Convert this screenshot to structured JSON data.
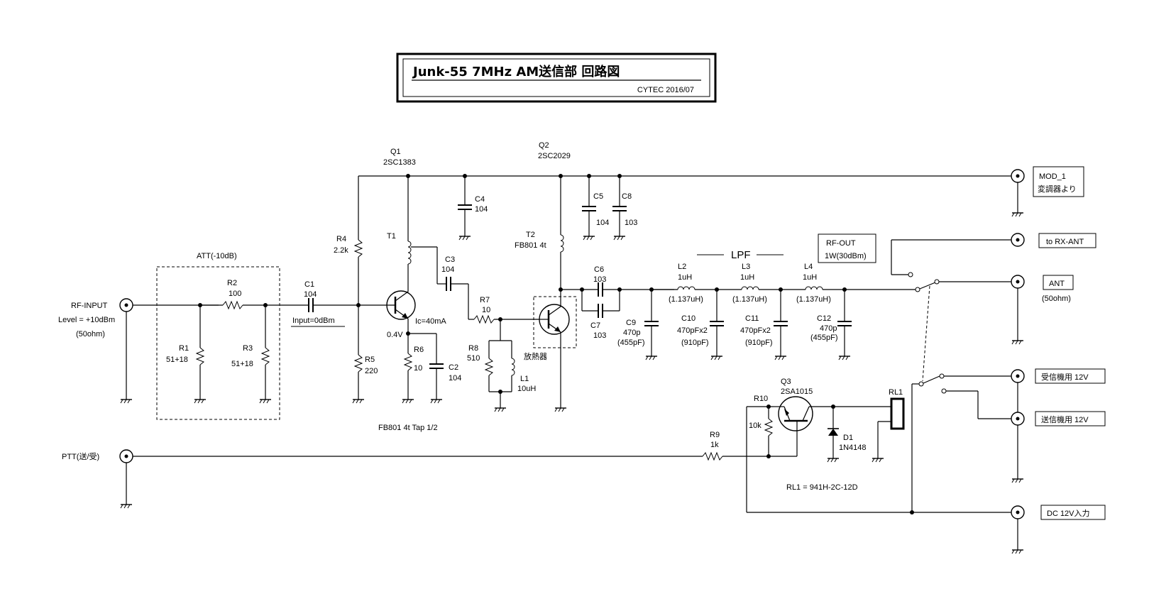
{
  "title": {
    "main": "Junk-55 7MHz AM送信部 回路図",
    "sub": "CYTEC 2016/07"
  },
  "components": {
    "Q1": {
      "ref": "Q1",
      "value": "2SC1383"
    },
    "Q2": {
      "ref": "Q2",
      "value": "2SC2029"
    },
    "Q3": {
      "ref": "Q3",
      "value": "2SA1015"
    },
    "R1": {
      "ref": "R1",
      "value": "51+18"
    },
    "R2": {
      "ref": "R2",
      "value": "100"
    },
    "R3": {
      "ref": "R3",
      "value": "51+18"
    },
    "R4": {
      "ref": "R4",
      "value": "2.2k"
    },
    "R5": {
      "ref": "R5",
      "value": "220"
    },
    "R6": {
      "ref": "R6",
      "value": "10"
    },
    "R7": {
      "ref": "R7",
      "value": "10"
    },
    "R8": {
      "ref": "R8",
      "value": "510"
    },
    "R9": {
      "ref": "R9",
      "value": "1k"
    },
    "R10": {
      "ref": "R10",
      "value": "10k"
    },
    "C1": {
      "ref": "C1",
      "value": "104"
    },
    "C2": {
      "ref": "C2",
      "value": "104"
    },
    "C3": {
      "ref": "C3",
      "value": "104"
    },
    "C4": {
      "ref": "C4",
      "value": "104"
    },
    "C5": {
      "ref": "C5",
      "value": "104"
    },
    "C6": {
      "ref": "C6",
      "value": "103"
    },
    "C7": {
      "ref": "C7",
      "value": "103"
    },
    "C8": {
      "ref": "C8",
      "value": "103"
    },
    "C9": {
      "ref": "C9",
      "value": "470p",
      "note": "(455pF)"
    },
    "C10": {
      "ref": "C10",
      "value": "470pFx2",
      "note": "(910pF)"
    },
    "C11": {
      "ref": "C11",
      "value": "470pFx2",
      "note": "(910pF)"
    },
    "C12": {
      "ref": "C12",
      "value": "470p",
      "note": "(455pF)"
    },
    "L1": {
      "ref": "L1",
      "value": "10uH"
    },
    "L2": {
      "ref": "L2",
      "value": "1uH",
      "note": "(1.137uH)"
    },
    "L3": {
      "ref": "L3",
      "value": "1uH",
      "note": "(1.137uH)"
    },
    "L4": {
      "ref": "L4",
      "value": "1uH",
      "note": "(1.137uH)"
    },
    "T1": {
      "ref": "T1"
    },
    "T2": {
      "ref": "T2",
      "value": "FB801 4t"
    },
    "D1": {
      "ref": "D1",
      "value": "1N4148"
    },
    "RL1": {
      "ref": "RL1"
    }
  },
  "annotations": {
    "att": "ATT(-10dB)",
    "input_level": "Input=0dBm",
    "ic": "Ic=40mA",
    "v04": "0.4V",
    "heatsink": "放熱器",
    "t1_note": "FB801 4t Tap 1/2",
    "lpf": "LPF",
    "relay_note": "RL1 = 941H-2C-12D",
    "rf_out_1": "RF-OUT",
    "rf_out_2": "1W(30dBm)",
    "ant_ohm": "(50ohm)"
  },
  "terminals": {
    "rf_input": "RF-INPUT",
    "rf_input_level": "Level = +10dBm",
    "rf_input_ohm": "(50ohm)",
    "ptt": "PTT(送/受)",
    "mod1_a": "MOD_1",
    "mod1_b": "変調器より",
    "rx_ant": "to RX-ANT",
    "ant": "ANT",
    "rx_12v": "受信機用 12V",
    "tx_12v": "送信機用 12V",
    "dc_in": "DC 12V入力"
  }
}
